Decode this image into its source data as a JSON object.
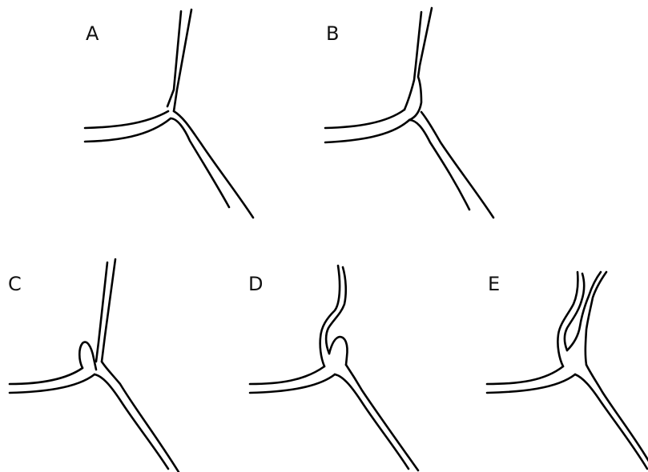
{
  "panels": [
    {
      "id": "A",
      "label": "A"
    },
    {
      "id": "B",
      "label": "B"
    },
    {
      "id": "C",
      "label": "C"
    },
    {
      "id": "D",
      "label": "D"
    },
    {
      "id": "E",
      "label": "E"
    }
  ],
  "colors": {
    "stroke": "#000000",
    "background": "#ffffff"
  }
}
